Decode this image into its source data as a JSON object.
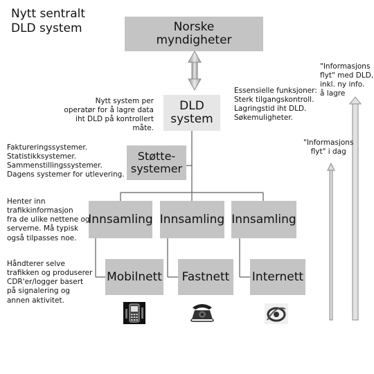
{
  "title": "Nytt sentralt\nDLD system",
  "boxes": {
    "authorities": "Norske\nmyndigheter",
    "dld_system": "DLD\nsystem",
    "support_systems": "Støtte-\nsystemer",
    "collection": [
      "Innsamling",
      "Innsamling",
      "Innsamling"
    ],
    "networks": [
      "Mobilnett",
      "Fastnett",
      "Internett"
    ]
  },
  "annotations": {
    "new_system": "Nytt system per\noperatør for å lagre data\niht DLD på kontrollert måte.",
    "essential_functions": "Essensielle funksjoner:\nSterk tilgangskontroll.\nLagringstid iht  DLD.\nSøkemuligheter.",
    "support_list": "Faktureringssystemer.\nStatistikksystemer.\nSammenstillingssystemer.\nDagens systemer for utlevering.",
    "collection_note": "Henter inn\ntrafikkinformasjon\nfra de ulike nettene og\nserverne. Må typisk\nogså tilpasses noe.",
    "network_note": "Håndterer selve\ntrafikken og produserer\nCDR'er/logger basert\npå signalering og\nannen aktivitet.",
    "flow_with_dld": "\"Informasjons\nflyt\" med DLD,\ninkl. ny info.\nå lagre",
    "flow_today": "\"Informasjons\nflyt\" i dag"
  },
  "icons": [
    "mobile-phone-icon",
    "landline-phone-icon",
    "internet-browser-icon"
  ],
  "colors": {
    "box_dark": "#c4c4c4",
    "box_light": "#e6e6e6",
    "line": "#7a7a7a"
  }
}
